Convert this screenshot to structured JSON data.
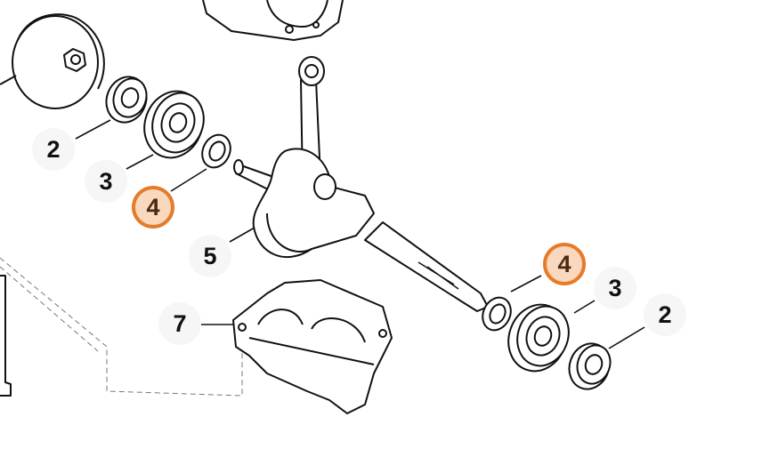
{
  "diagram": {
    "callouts": [
      {
        "label": "2",
        "highlighted": false
      },
      {
        "label": "3",
        "highlighted": false
      },
      {
        "label": "4",
        "highlighted": true
      },
      {
        "label": "5",
        "highlighted": false
      },
      {
        "label": "7",
        "highlighted": false
      },
      {
        "label": "4",
        "highlighted": true
      },
      {
        "label": "3",
        "highlighted": false
      },
      {
        "label": "2",
        "highlighted": false
      }
    ],
    "colors": {
      "highlight_fill": "#f9d8bd",
      "highlight_stroke": "#e47c2c",
      "callout_bg": "#f6f6f6",
      "line": "#111111"
    }
  }
}
